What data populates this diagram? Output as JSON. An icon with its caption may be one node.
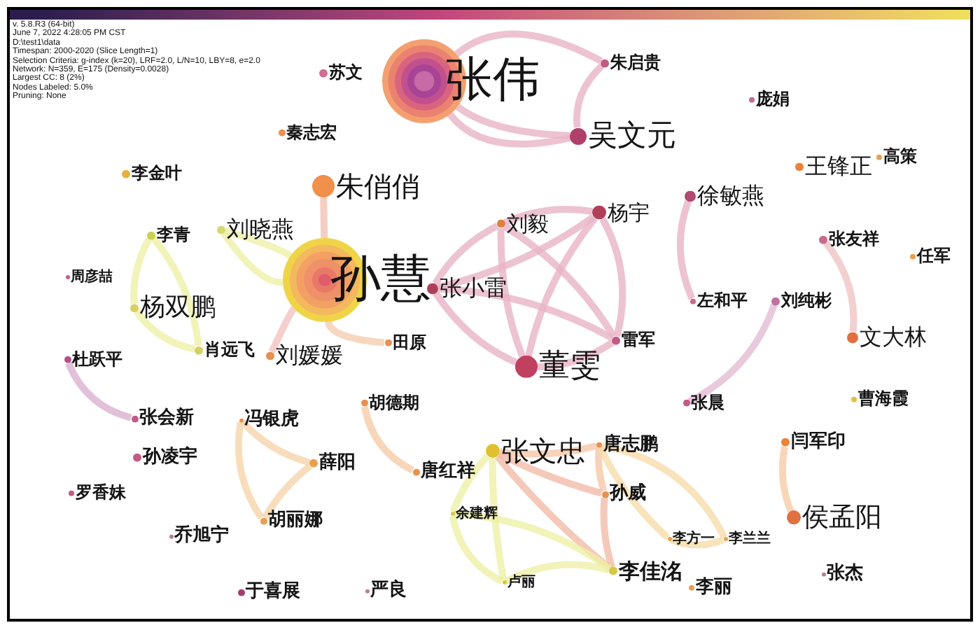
{
  "diagram": {
    "nodes": [
      {
        "text": [
          "张伟"
        ]
      },
      {
        "text": [
          "朱启贵"
        ]
      },
      {
        "text": [
          "吴文元"
        ]
      },
      {
        "text": [
          "苏文"
        ]
      },
      {
        "text": [
          "秦志宏"
        ]
      },
      {
        "text": [
          "庞娟"
        ]
      },
      {
        "text": [
          "李金叶"
        ]
      },
      {
        "text": [
          "朱俏俏"
        ]
      },
      {
        "text": [
          "王锋正"
        ]
      },
      {
        "text": [
          "高策"
        ]
      },
      {
        "text": [
          "徐敏燕"
        ]
      },
      {
        "text": [
          "李青"
        ]
      },
      {
        "text": [
          "刘晓燕"
        ]
      },
      {
        "text": [
          "刘毅"
        ]
      },
      {
        "text": [
          "杨宇"
        ]
      },
      {
        "text": [
          "孙慧"
        ]
      },
      {
        "text": [
          "张友祥"
        ]
      },
      {
        "text": [
          "任军"
        ]
      },
      {
        "text": [
          "张小雷"
        ]
      },
      {
        "text": [
          "刘纯彬"
        ]
      },
      {
        "text": [
          "左和平"
        ]
      },
      {
        "text": [
          "周彦喆"
        ]
      },
      {
        "text": [
          "杨双鹏"
        ]
      },
      {
        "text": [
          "文大林"
        ]
      },
      {
        "text": [
          "雷军"
        ]
      },
      {
        "text": [
          "肖远飞"
        ]
      },
      {
        "text": [
          "刘媛媛"
        ]
      },
      {
        "text": [
          "田原"
        ]
      },
      {
        "text": [
          "董雯"
        ]
      },
      {
        "text": [
          "杜跃平"
        ]
      },
      {
        "text": [
          "张晨"
        ]
      },
      {
        "text": [
          "曹海霞"
        ]
      },
      {
        "text": [
          "胡德期"
        ]
      },
      {
        "text": [
          "张会新"
        ]
      },
      {
        "text": [
          "冯银虎"
        ]
      },
      {
        "text": [
          "唐红祥"
        ]
      },
      {
        "text": [
          "张文忠"
        ]
      },
      {
        "text": [
          "唐志鹏"
        ]
      },
      {
        "text": [
          "闫军印"
        ]
      },
      {
        "text": [
          "孙凌宇"
        ]
      },
      {
        "text": [
          "薛阳"
        ]
      },
      {
        "text": [
          "孙威"
        ]
      },
      {
        "text": [
          "罗香妹"
        ]
      },
      {
        "text": [
          "侯孟阳"
        ]
      },
      {
        "text": [
          "余建辉"
        ]
      },
      {
        "text": [
          "胡丽娜"
        ]
      },
      {
        "text": [
          "乔旭宁"
        ]
      },
      {
        "text": [
          "李方一"
        ]
      },
      {
        "text": [
          "李兰兰"
        ]
      },
      {
        "text": [
          "李佳洺"
        ]
      },
      {
        "text": [
          "李丽"
        ]
      },
      {
        "text": [
          "张杰"
        ]
      },
      {
        "text": [
          "于喜展"
        ]
      },
      {
        "text": [
          "严良"
        ]
      },
      {
        "text": [
          "卢丽"
        ]
      }
    ],
    "edges": [
      {
        "from": 0,
        "to": 1,
        "arrow": "none"
      },
      {
        "from": 1,
        "to": 2,
        "arrow": "none"
      },
      {
        "from": 0,
        "to": 2,
        "arrow": "none"
      },
      {
        "from": 0,
        "to": 2,
        "arrow": "none"
      },
      {
        "from": 15,
        "to": 7,
        "arrow": "none",
        "color": "#f2c2b4"
      },
      {
        "from": 12,
        "to": 15,
        "arrow": "none",
        "color": "#eef0a6"
      },
      {
        "from": 12,
        "to": 15,
        "arrow": "none",
        "color": "#eef0a6"
      },
      {
        "from": 15,
        "to": 26,
        "arrow": "none",
        "color": "#f2c2c2"
      },
      {
        "from": 15,
        "to": 27,
        "arrow": "none",
        "color": "#f4cdb0"
      },
      {
        "from": 11,
        "to": 22,
        "arrow": "none",
        "color": "#eef0a6"
      },
      {
        "from": 11,
        "to": 25,
        "arrow": "none",
        "color": "#eef0a6"
      },
      {
        "from": 22,
        "to": 25,
        "arrow": "none",
        "color": "#eef0a6"
      },
      {
        "from": 13,
        "to": 14,
        "arrow": "none"
      },
      {
        "from": 13,
        "to": 18,
        "arrow": "none"
      },
      {
        "from": 13,
        "to": 28,
        "arrow": "none"
      },
      {
        "from": 13,
        "to": 24,
        "arrow": "none"
      },
      {
        "from": 14,
        "to": 18,
        "arrow": "none"
      },
      {
        "from": 14,
        "to": 28,
        "arrow": "none"
      },
      {
        "from": 14,
        "to": 24,
        "arrow": "none"
      },
      {
        "from": 18,
        "to": 24,
        "arrow": "none"
      },
      {
        "from": 18,
        "to": 28,
        "arrow": "none"
      },
      {
        "from": 28,
        "to": 24,
        "arrow": "none"
      },
      {
        "from": 10,
        "to": 20,
        "arrow": "none"
      },
      {
        "from": 16,
        "to": 23,
        "arrow": "none",
        "color": "#f0c4c4"
      },
      {
        "from": 19,
        "to": 30,
        "arrow": "none",
        "color": "#e2bcd6"
      },
      {
        "from": 29,
        "to": 33,
        "arrow": "none",
        "color": "#dcb0d0"
      },
      {
        "from": 34,
        "to": 40,
        "arrow": "none",
        "color": "#f6d4ac"
      },
      {
        "from": 34,
        "to": 45,
        "arrow": "none",
        "color": "#f6d4ac"
      },
      {
        "from": 40,
        "to": 45,
        "arrow": "none",
        "color": "#f6d4ac"
      },
      {
        "from": 32,
        "to": 35,
        "arrow": "none",
        "color": "#f6cca8"
      },
      {
        "from": 38,
        "to": 43,
        "arrow": "none",
        "color": "#f6cca8"
      },
      {
        "from": 36,
        "to": 37,
        "arrow": "none",
        "color": "#f6c8a8"
      },
      {
        "from": 36,
        "to": 41,
        "arrow": "none",
        "color": "#f2bca8"
      },
      {
        "from": 36,
        "to": 49,
        "arrow": "none",
        "color": "#f2bca8"
      },
      {
        "from": 36,
        "to": 44,
        "arrow": "none",
        "color": "#eef0a6"
      },
      {
        "from": 36,
        "to": 54,
        "arrow": "none",
        "color": "#eef0a6"
      },
      {
        "from": 37,
        "to": 41,
        "arrow": "none",
        "color": "#f6c8a8"
      },
      {
        "from": 37,
        "to": 47,
        "arrow": "none",
        "color": "#f6dcaa"
      },
      {
        "from": 37,
        "to": 48,
        "arrow": "none",
        "color": "#f6dcaa"
      },
      {
        "from": 47,
        "to": 48,
        "arrow": "none",
        "color": "#f6dcaa"
      },
      {
        "from": 41,
        "to": 49,
        "arrow": "none",
        "color": "#f2bca8"
      },
      {
        "from": 44,
        "to": 49,
        "arrow": "none",
        "color": "#eef0a6"
      },
      {
        "from": 44,
        "to": 54,
        "arrow": "none",
        "color": "#eef0a6"
      },
      {
        "from": 54,
        "to": 49,
        "arrow": "none",
        "color": "#eef0a6"
      }
    ],
    "labels": [
      "v. 5.8.R3 (64-bit)",
      "June 7, 2022 4:28:05 PM CST",
      "D:\\test1\\data",
      "Timespan: 2000-2020 (Slice Length=1)",
      "Selection Criteria: g-index (k=20), LRF=2.0, L/N=10, LBY=8, e=2.0",
      "Network: N=359, E=175 (Density=0.0028)",
      "Largest CC: 8 (2%)",
      "Nodes Labeled: 5.0%",
      "Pruning: None"
    ]
  }
}
